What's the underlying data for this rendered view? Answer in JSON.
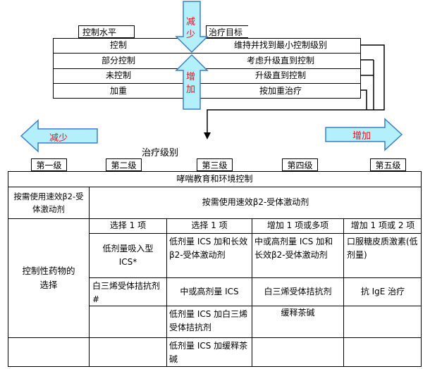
{
  "top": {
    "control_level_label": "控制水平",
    "treatment_goal_label": "治疗目标",
    "rows": [
      {
        "level": "控制",
        "goal": "维持并找到最小控制级别"
      },
      {
        "level": "部分控制",
        "goal": "考虑升级直到控制"
      },
      {
        "level": "未控制",
        "goal": "升级直到控制"
      },
      {
        "level": "加重",
        "goal": "按加重治疗"
      }
    ],
    "arrow_down_label": "减少",
    "arrow_up_label": "增加"
  },
  "middle": {
    "decrease_label": "减少",
    "increase_label": "增加",
    "treatment_levels_label": "治疗级别",
    "steps": [
      "第一级",
      "第二级",
      "第三级",
      "第四级",
      "第五级"
    ]
  },
  "table": {
    "education_row": "哮喘教育和环境控制",
    "reliever_left": "按需使用速效β2-受体激动剂",
    "reliever_right": "按需使用速效β2-受体激动剂",
    "controller_label": "控制性药物的选择",
    "headers": [
      "选择 1 项",
      "选择 1 项",
      "增加 1 项或多项",
      "增加 1 项或 2 项"
    ],
    "rows": [
      [
        "低剂量吸入型 ICS*",
        "低剂量 ICS 加和长效β2-受体激动剂",
        "中或高剂量 ICS 加和长效β2-受体激动剂",
        "口服糖皮质激素(低剂量)"
      ],
      [
        "白三烯受体拮抗剂#",
        "中或高剂量 ICS",
        "白三烯受体拮抗剂",
        "抗 IgE 治疗"
      ],
      [
        "",
        "低剂量 ICS 加白三烯受体拮抗剂",
        "缓释茶碱",
        ""
      ],
      [
        "",
        "低剂量 ICS 加缓释茶碱",
        "",
        ""
      ]
    ]
  },
  "colors": {
    "arrow_fill": "#b3f0fb",
    "arrow_stroke": "#3a7fc8",
    "arrow_text": "#e8101c"
  }
}
